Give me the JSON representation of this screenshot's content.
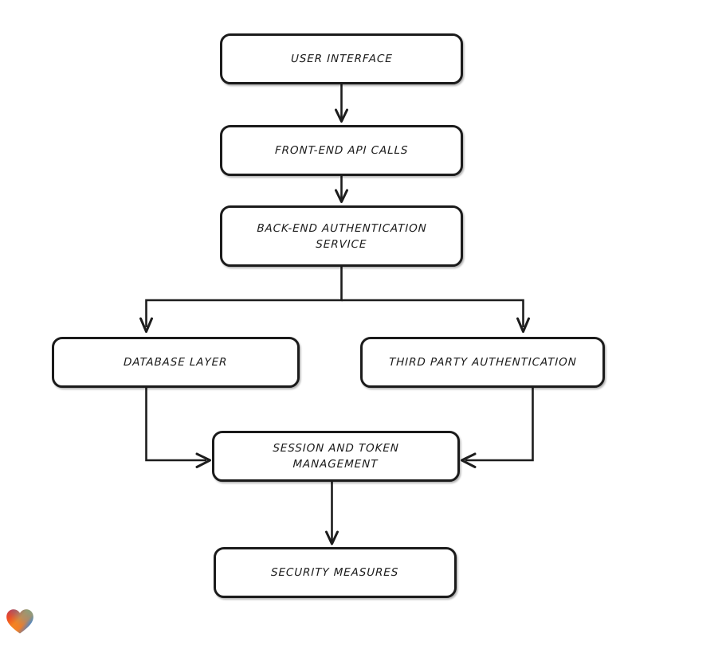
{
  "diagram": {
    "type": "flowchart",
    "title": "Authentication architecture flowchart",
    "style": "hand-drawn",
    "background_color": "#ffffff",
    "stroke_color": "#1b1b1b",
    "node_fill_color": "#ffffff",
    "nodes": [
      {
        "id": "ui",
        "label": "User Interface"
      },
      {
        "id": "api",
        "label": "Front-End API Calls"
      },
      {
        "id": "backend",
        "label": "Back-End Authentication\nService"
      },
      {
        "id": "db",
        "label": "Database Layer"
      },
      {
        "id": "third",
        "label": "Third Party Authentication"
      },
      {
        "id": "session",
        "label": "Session and Token\nManagement"
      },
      {
        "id": "security",
        "label": "Security Measures"
      }
    ],
    "edges": [
      {
        "from": "ui",
        "to": "api",
        "direction": "down"
      },
      {
        "from": "api",
        "to": "backend",
        "direction": "down"
      },
      {
        "from": "backend",
        "to": "db",
        "direction": "down-left"
      },
      {
        "from": "backend",
        "to": "third",
        "direction": "down-right"
      },
      {
        "from": "db",
        "to": "session",
        "direction": "down-then-right"
      },
      {
        "from": "third",
        "to": "session",
        "direction": "down-then-left"
      },
      {
        "from": "session",
        "to": "security",
        "direction": "down"
      }
    ]
  },
  "badge": {
    "icon_name": "gradient-heart-icon",
    "colors": {
      "top_left": "#e8242a",
      "left": "#ef4d22",
      "bottom": "#f59322",
      "right": "#2f8fd8",
      "top_right": "#28b3c6"
    }
  }
}
